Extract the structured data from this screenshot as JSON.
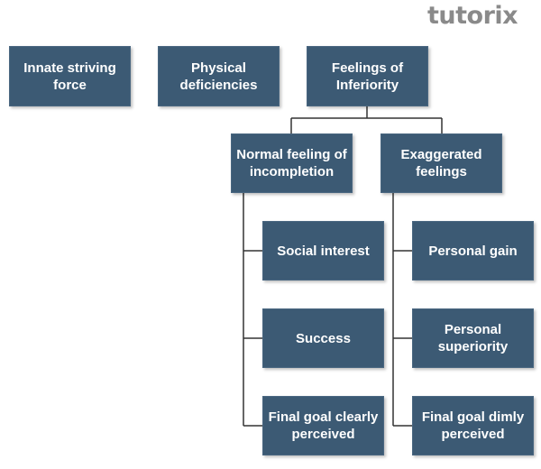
{
  "brand": {
    "logo_text": "tutorix",
    "accent": "#8a8a8a"
  },
  "colors": {
    "box_fill": "#3c5a74",
    "box_text": "#ffffff",
    "connector": "#333333"
  },
  "nodes": {
    "innate": "Innate striving\nforce",
    "physical": "Physical\ndeficiencies",
    "feelings": "Feelings of\nInferiority",
    "normal": "Normal feeling of\nincompletion",
    "exaggerated": "Exaggerated\nfeelings",
    "social": "Social interest",
    "success": "Success",
    "clearly": "Final goal clearly\nperceived",
    "gain": "Personal gain",
    "superiority": "Personal\nsuperiority",
    "dimly": "Final goal dimly\nperceived"
  }
}
